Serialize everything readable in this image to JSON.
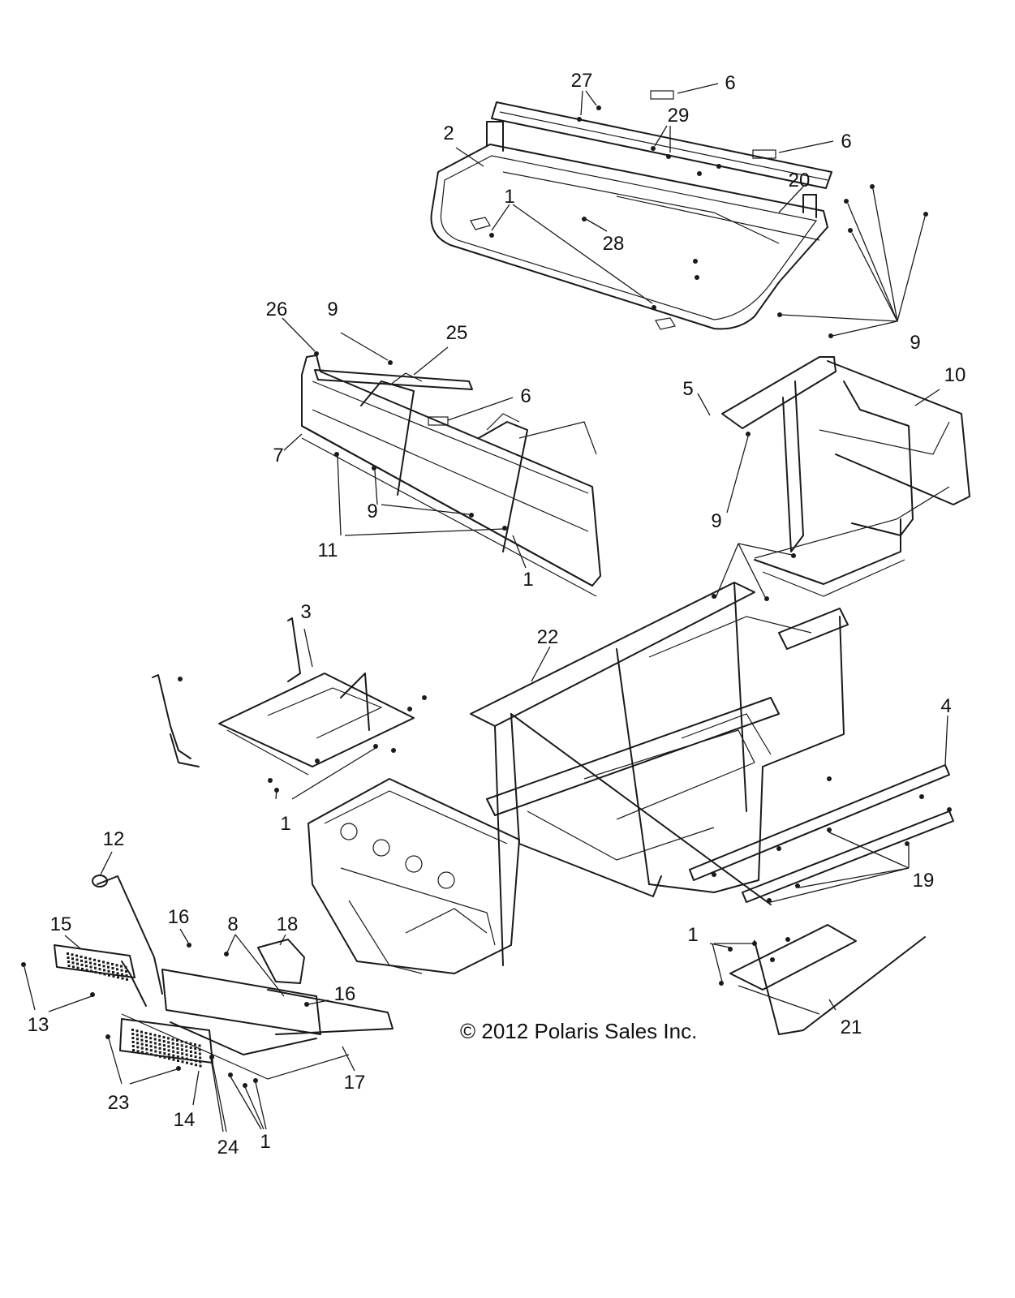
{
  "copyright": "© 2012 Polaris Sales Inc.",
  "callouts": [
    {
      "id": "c27",
      "label": "27"
    },
    {
      "id": "c6a",
      "label": "6"
    },
    {
      "id": "c29",
      "label": "29"
    },
    {
      "id": "c6b",
      "label": "6"
    },
    {
      "id": "c2",
      "label": "2"
    },
    {
      "id": "c20",
      "label": "20"
    },
    {
      "id": "c1a",
      "label": "1"
    },
    {
      "id": "c28",
      "label": "28"
    },
    {
      "id": "c9a",
      "label": "9"
    },
    {
      "id": "c26",
      "label": "26"
    },
    {
      "id": "c9b",
      "label": "9"
    },
    {
      "id": "c25",
      "label": "25"
    },
    {
      "id": "c6c",
      "label": "6"
    },
    {
      "id": "c7",
      "label": "7"
    },
    {
      "id": "c9c",
      "label": "9"
    },
    {
      "id": "c11",
      "label": "11"
    },
    {
      "id": "c1b",
      "label": "1"
    },
    {
      "id": "c5",
      "label": "5"
    },
    {
      "id": "c10",
      "label": "10"
    },
    {
      "id": "c9d",
      "label": "9"
    },
    {
      "id": "c3",
      "label": "3"
    },
    {
      "id": "c22",
      "label": "22"
    },
    {
      "id": "c4",
      "label": "4"
    },
    {
      "id": "c1c",
      "label": "1"
    },
    {
      "id": "c19",
      "label": "19"
    },
    {
      "id": "c12",
      "label": "12"
    },
    {
      "id": "c15",
      "label": "15"
    },
    {
      "id": "c16a",
      "label": "16"
    },
    {
      "id": "c8",
      "label": "8"
    },
    {
      "id": "c18",
      "label": "18"
    },
    {
      "id": "c16b",
      "label": "16"
    },
    {
      "id": "c13",
      "label": "13"
    },
    {
      "id": "c1d",
      "label": "1"
    },
    {
      "id": "c21",
      "label": "21"
    },
    {
      "id": "c17",
      "label": "17"
    },
    {
      "id": "c23",
      "label": "23"
    },
    {
      "id": "c14",
      "label": "14"
    },
    {
      "id": "c24",
      "label": "24"
    },
    {
      "id": "c1e",
      "label": "1"
    }
  ]
}
